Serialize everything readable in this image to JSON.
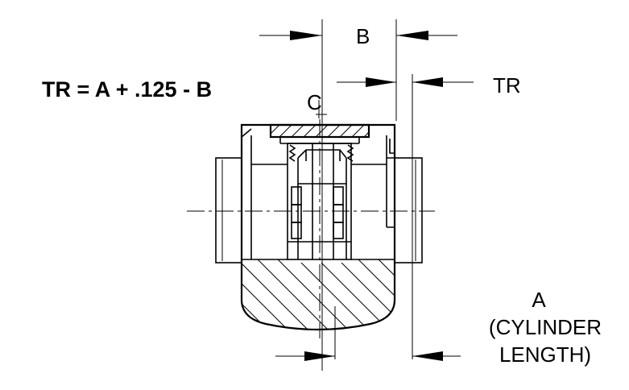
{
  "formula": "TR = A + .125 - B",
  "labels": {
    "b": "B",
    "tr": "TR",
    "centerline": "C",
    "a": "A",
    "a_line1": "(CYLINDER",
    "a_line2": "LENGTH)"
  }
}
